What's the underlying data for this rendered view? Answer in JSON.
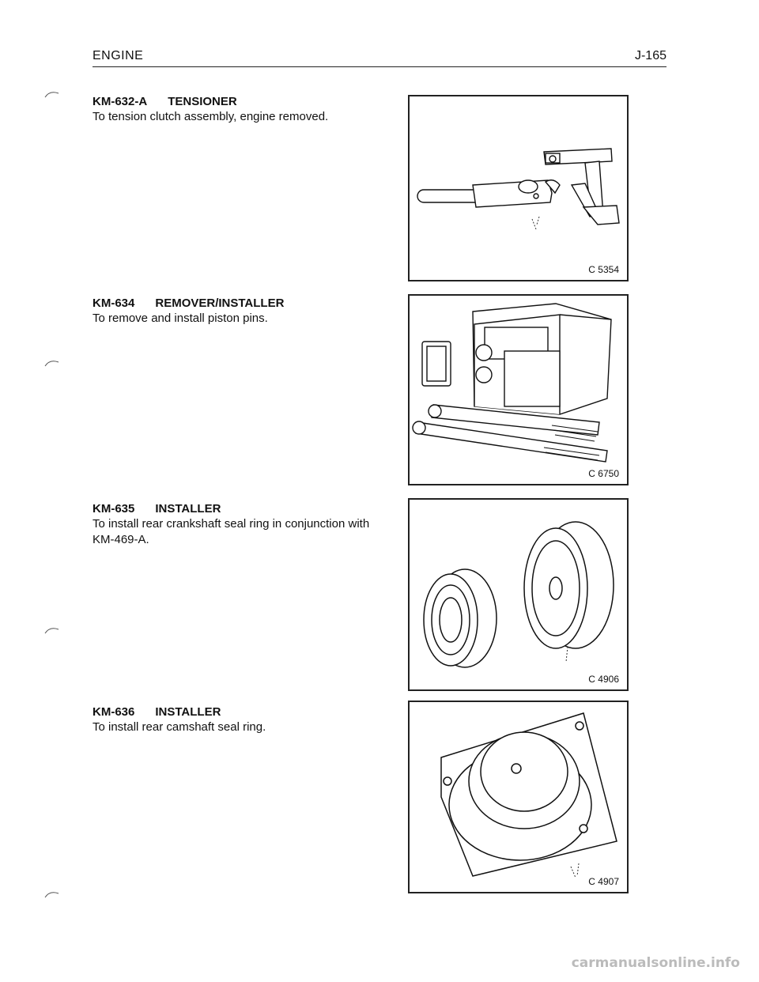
{
  "header": {
    "left": "ENGINE",
    "right": "J-165"
  },
  "entries": [
    {
      "code": "KM-632-A",
      "name": "TENSIONER",
      "desc": "To tension clutch assembly, engine removed.",
      "figure": "C 5354"
    },
    {
      "code": "KM-634",
      "name": "REMOVER/INSTALLER",
      "desc": "To remove and install piston pins.",
      "figure": "C 6750"
    },
    {
      "code": "KM-635",
      "name": "INSTALLER",
      "desc": "To install rear crankshaft seal ring in conjunction with KM-469-A.",
      "figure": "C 4906"
    },
    {
      "code": "KM-636",
      "name": "INSTALLER",
      "desc": "To install rear camshaft seal ring.",
      "figure": "C 4907"
    }
  ],
  "footer": {
    "watermark": "carmanualsonline.info"
  }
}
